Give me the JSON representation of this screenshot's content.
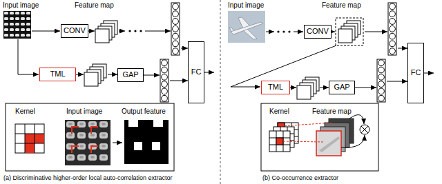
{
  "diagram": {
    "nodes": [
      {
        "text": [
          "CONV"
        ]
      },
      {
        "text": [
          "TML"
        ]
      },
      {
        "text": [
          "GAP"
        ]
      },
      {
        "text": [
          "FC"
        ]
      },
      {
        "text": [
          "CONV"
        ]
      },
      {
        "text": [
          "TML"
        ]
      },
      {
        "text": [
          "GAP"
        ]
      },
      {
        "text": [
          "FC"
        ]
      }
    ],
    "edges": [
      {
        "from": 0,
        "to": 3,
        "arrow": "to"
      },
      {
        "from": 1,
        "to": 2,
        "arrow": "to"
      },
      {
        "from": 2,
        "to": 3,
        "arrow": "to"
      },
      {
        "from": 4,
        "to": 7,
        "arrow": "to"
      },
      {
        "from": 5,
        "to": 6,
        "arrow": "to"
      },
      {
        "from": 6,
        "to": 7,
        "arrow": "to"
      }
    ],
    "labels": [
      "Input image",
      "Feature map",
      "Kernel",
      "Input image",
      "Output feature",
      "(a) Discriminative higher-order local auto-correlation extractor",
      "Input image",
      "Feature map",
      "Kernel",
      "Feature map",
      "(b) Co-occurrence extractor"
    ]
  }
}
